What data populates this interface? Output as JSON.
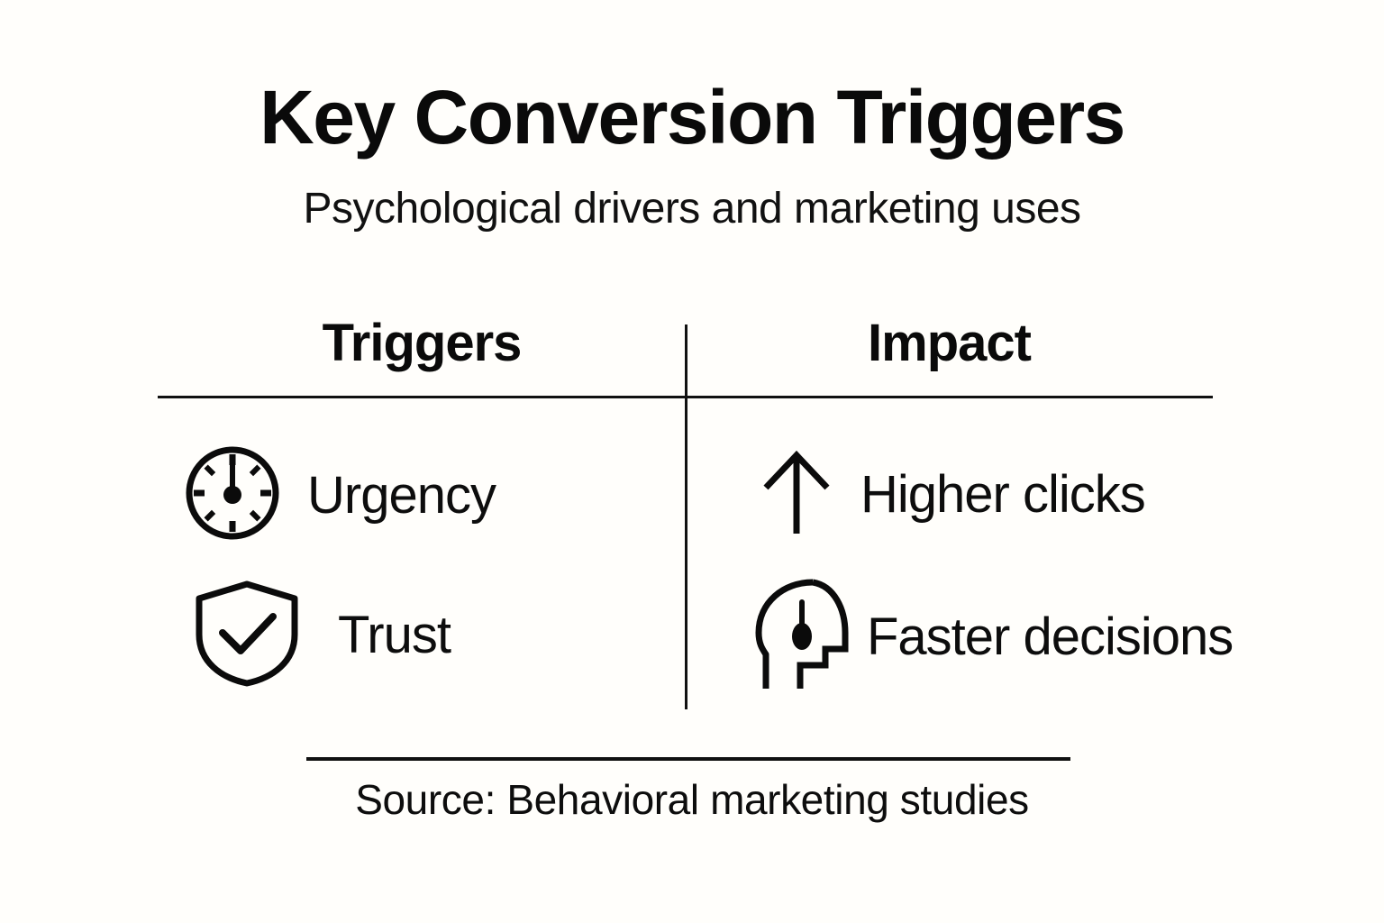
{
  "header": {
    "title": "Key Conversion Triggers",
    "subtitle": "Psychological drivers and marketing uses"
  },
  "table": {
    "columns": [
      {
        "label": "Triggers"
      },
      {
        "label": "Impact"
      }
    ],
    "rows": [
      {
        "trigger": {
          "icon": "clock-icon",
          "label": "Urgency"
        },
        "impact": {
          "icon": "arrow-up-icon",
          "label": "Higher clicks"
        }
      },
      {
        "trigger": {
          "icon": "shield-check-icon",
          "label": "Trust"
        },
        "impact": {
          "icon": "head-profile-icon",
          "label": "Faster decisions"
        }
      }
    ]
  },
  "footer": {
    "source": "Source: Behavioral marketing studies"
  },
  "colors": {
    "background": "#fffefb",
    "ink": "#0b0b0b",
    "rule": "#111111"
  }
}
